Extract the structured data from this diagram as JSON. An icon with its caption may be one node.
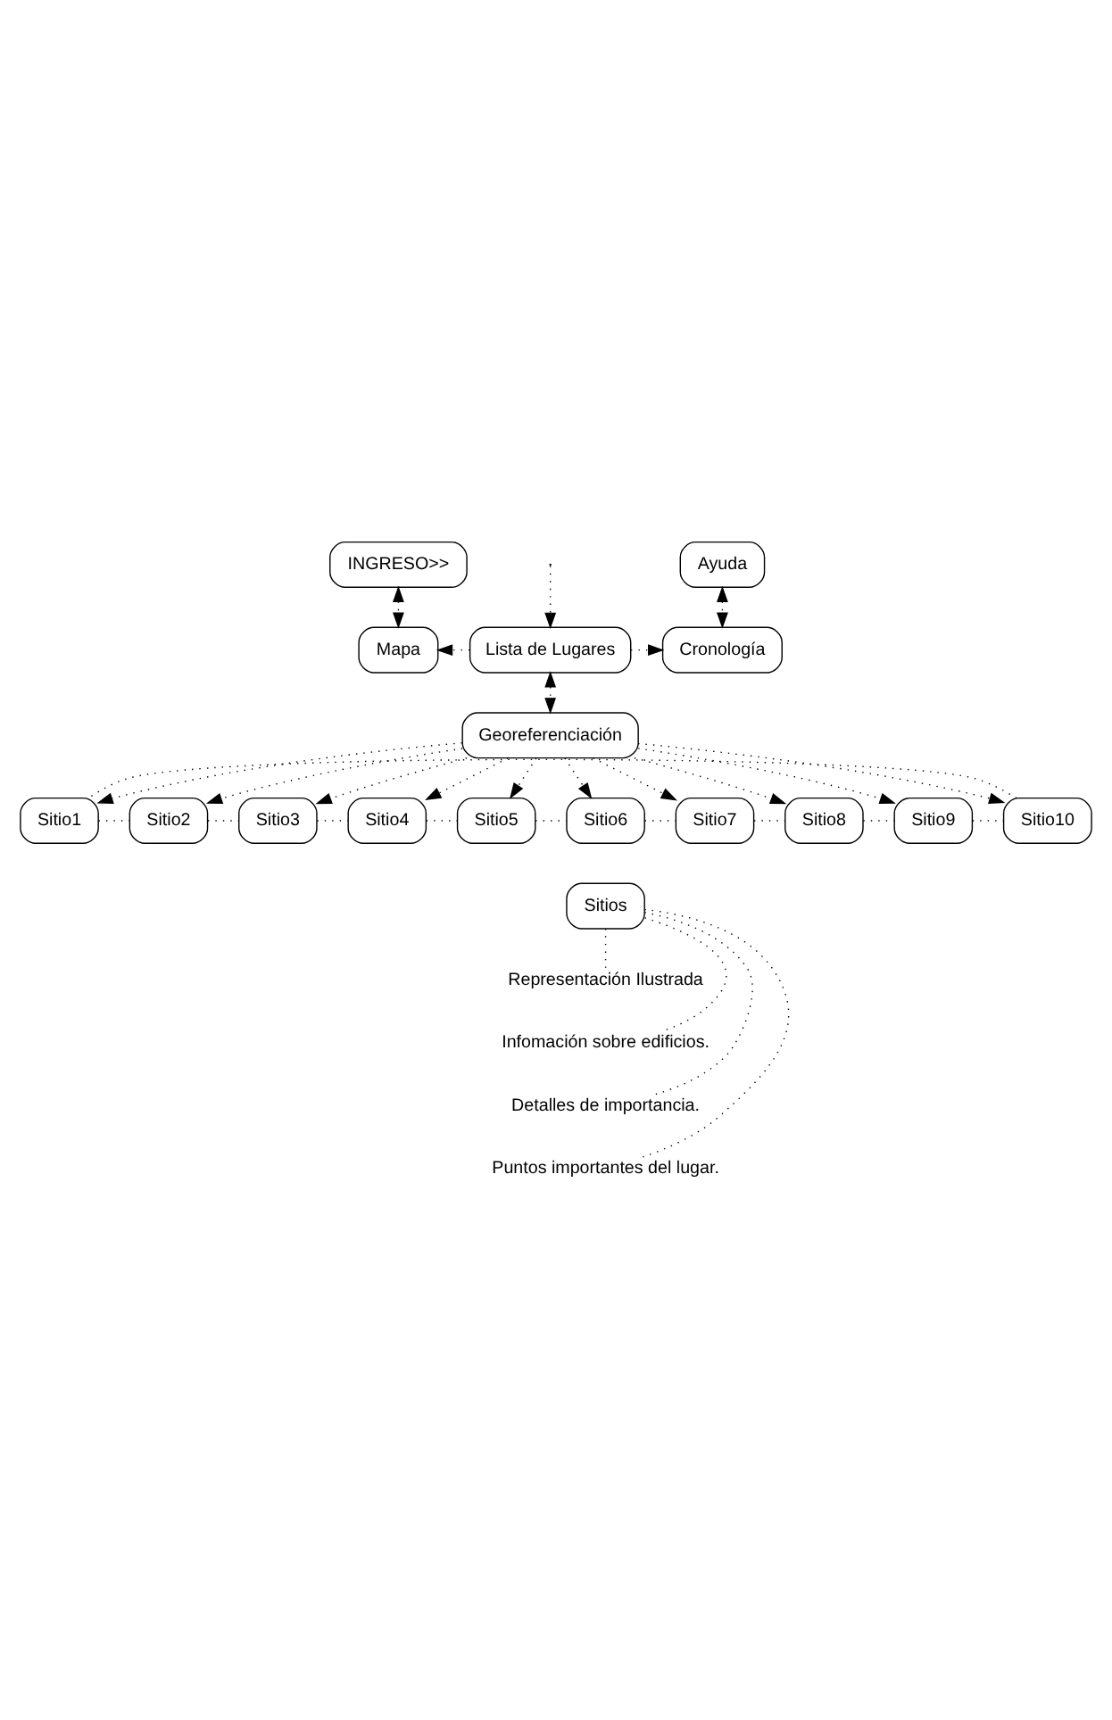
{
  "diagram": {
    "nodes": [
      {
        "text": [
          "INGRESO>>"
        ]
      },
      {
        "text": [
          "Ayuda"
        ]
      },
      {
        "text": [
          "Mapa"
        ]
      },
      {
        "text": [
          "Lista de Lugares"
        ]
      },
      {
        "text": [
          "Cronología"
        ]
      },
      {
        "text": [
          "Georeferenciación"
        ]
      },
      {
        "text": [
          "Sitio1"
        ]
      },
      {
        "text": [
          "Sitio2"
        ]
      },
      {
        "text": [
          "Sitio3"
        ]
      },
      {
        "text": [
          "Sitio4"
        ]
      },
      {
        "text": [
          "Sitio5"
        ]
      },
      {
        "text": [
          "Sitio6"
        ]
      },
      {
        "text": [
          "Sitio7"
        ]
      },
      {
        "text": [
          "Sitio8"
        ]
      },
      {
        "text": [
          "Sitio9"
        ]
      },
      {
        "text": [
          "Sitio10"
        ]
      },
      {
        "text": [
          "Sitios"
        ]
      },
      {
        "text": [
          "Representación Ilustrada"
        ]
      },
      {
        "text": [
          "Infomación sobre edificios."
        ]
      },
      {
        "text": [
          "Detalles de importancia."
        ]
      },
      {
        "text": [
          "Puntos importantes del lugar."
        ]
      }
    ],
    "edges": [
      {
        "from": 0,
        "to": 2,
        "arrow": "both"
      },
      {
        "from": 1,
        "to": 4,
        "arrow": "both"
      },
      {
        "from": null,
        "to": 3,
        "arrow": "to"
      },
      {
        "from": 3,
        "to": 2,
        "arrow": "to"
      },
      {
        "from": 3,
        "to": 4,
        "arrow": "to"
      },
      {
        "from": 3,
        "to": 5,
        "arrow": "both"
      },
      {
        "from": 5,
        "to": 6,
        "arrow": "to"
      },
      {
        "from": 5,
        "to": 7,
        "arrow": "to"
      },
      {
        "from": 5,
        "to": 8,
        "arrow": "to"
      },
      {
        "from": 5,
        "to": 9,
        "arrow": "to"
      },
      {
        "from": 5,
        "to": 10,
        "arrow": "to"
      },
      {
        "from": 5,
        "to": 11,
        "arrow": "to"
      },
      {
        "from": 5,
        "to": 12,
        "arrow": "to"
      },
      {
        "from": 5,
        "to": 13,
        "arrow": "to"
      },
      {
        "from": 5,
        "to": 14,
        "arrow": "to"
      },
      {
        "from": 5,
        "to": 15,
        "arrow": "to"
      },
      {
        "from": 6,
        "to": 7,
        "arrow": "none"
      },
      {
        "from": 7,
        "to": 8,
        "arrow": "none"
      },
      {
        "from": 8,
        "to": 9,
        "arrow": "none"
      },
      {
        "from": 9,
        "to": 10,
        "arrow": "none"
      },
      {
        "from": 10,
        "to": 11,
        "arrow": "none"
      },
      {
        "from": 11,
        "to": 12,
        "arrow": "none"
      },
      {
        "from": 12,
        "to": 13,
        "arrow": "none"
      },
      {
        "from": 13,
        "to": 14,
        "arrow": "none"
      },
      {
        "from": 14,
        "to": 15,
        "arrow": "none"
      },
      {
        "from": 15,
        "to": 6,
        "arrow": "none"
      },
      {
        "from": 16,
        "to": 17,
        "arrow": "none"
      },
      {
        "from": 16,
        "to": 18,
        "arrow": "none"
      },
      {
        "from": 16,
        "to": 19,
        "arrow": "none"
      },
      {
        "from": 16,
        "to": 20,
        "arrow": "none"
      }
    ]
  }
}
